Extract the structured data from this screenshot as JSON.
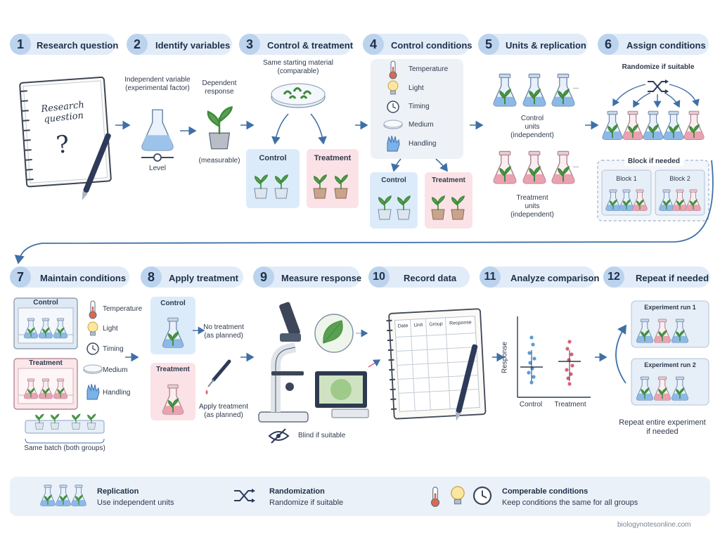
{
  "steps": [
    {
      "n": "1",
      "title": "Research question"
    },
    {
      "n": "2",
      "title": "Identify variables"
    },
    {
      "n": "3",
      "title": "Control & treatment"
    },
    {
      "n": "4",
      "title": "Control conditions"
    },
    {
      "n": "5",
      "title": "Units & replication"
    },
    {
      "n": "6",
      "title": "Assign conditions"
    },
    {
      "n": "7",
      "title": "Maintain conditions"
    },
    {
      "n": "8",
      "title": "Apply treatment"
    },
    {
      "n": "9",
      "title": "Measure response"
    },
    {
      "n": "10",
      "title": "Record data"
    },
    {
      "n": "11",
      "title": "Analyze comparison"
    },
    {
      "n": "12",
      "title": "Repeat if needed"
    }
  ],
  "s1": {
    "notebook_line1": "Research",
    "notebook_line2": "question",
    "mark": "?"
  },
  "s2": {
    "indep_1": "Independent variable",
    "indep_2": "(experimental factor)",
    "level": "Level",
    "dep_1": "Dependent",
    "dep_2": "response",
    "measurable": "(measurable)"
  },
  "s3": {
    "same_1": "Same starting material",
    "same_2": "(comparable)",
    "control": "Control",
    "treatment": "Treatment"
  },
  "s4": {
    "items": [
      "Temperature",
      "Light",
      "Timing",
      "Medium",
      "Handling"
    ],
    "control": "Control",
    "treatment": "Treatment"
  },
  "s5": {
    "control_1": "Control",
    "control_2": "units",
    "control_3": "(independent)",
    "treatment_1": "Treatment",
    "treatment_2": "units",
    "treatment_3": "(independent)",
    "ellipsis": "..."
  },
  "s6": {
    "randomize": "Randomize if suitable",
    "block": "Block if needed",
    "block1": "Block 1",
    "block2": "Block 2"
  },
  "s7": {
    "control": "Control",
    "treatment": "Treatment",
    "items": [
      "Temperature",
      "Light",
      "Timing",
      "Medium",
      "Handling"
    ],
    "batch": "Same batch (both groups)"
  },
  "s8": {
    "control": "Control",
    "no_1": "No treatment",
    "no_2": "(as planned)",
    "treatment": "Treatment",
    "apply_1": "Apply treatment",
    "apply_2": "(as planned)"
  },
  "s9": {
    "blind": "Blind if suitable"
  },
  "s10": {
    "columns": [
      "Date",
      "Unit",
      "Group",
      "Response"
    ]
  },
  "s11": {
    "ylabel": "Response",
    "categories": [
      "Control",
      "Treatment"
    ]
  },
  "s12": {
    "run1": "Experiment run 1",
    "run2": "Experiment run 2",
    "repeat_1": "Repeat entire experiment",
    "repeat_2": "if needed"
  },
  "legend": [
    {
      "title": "Replication",
      "desc": "Use independent units"
    },
    {
      "title": "Randomization",
      "desc": "Randomize if suitable"
    },
    {
      "title": "Comperable conditions",
      "desc": "Keep conditions the same for all groups"
    }
  ],
  "credit": "biologynotesonline.com",
  "colors": {
    "control": "#5b9bd5",
    "treatment": "#d9607a",
    "accent": "#3f6fa6"
  }
}
